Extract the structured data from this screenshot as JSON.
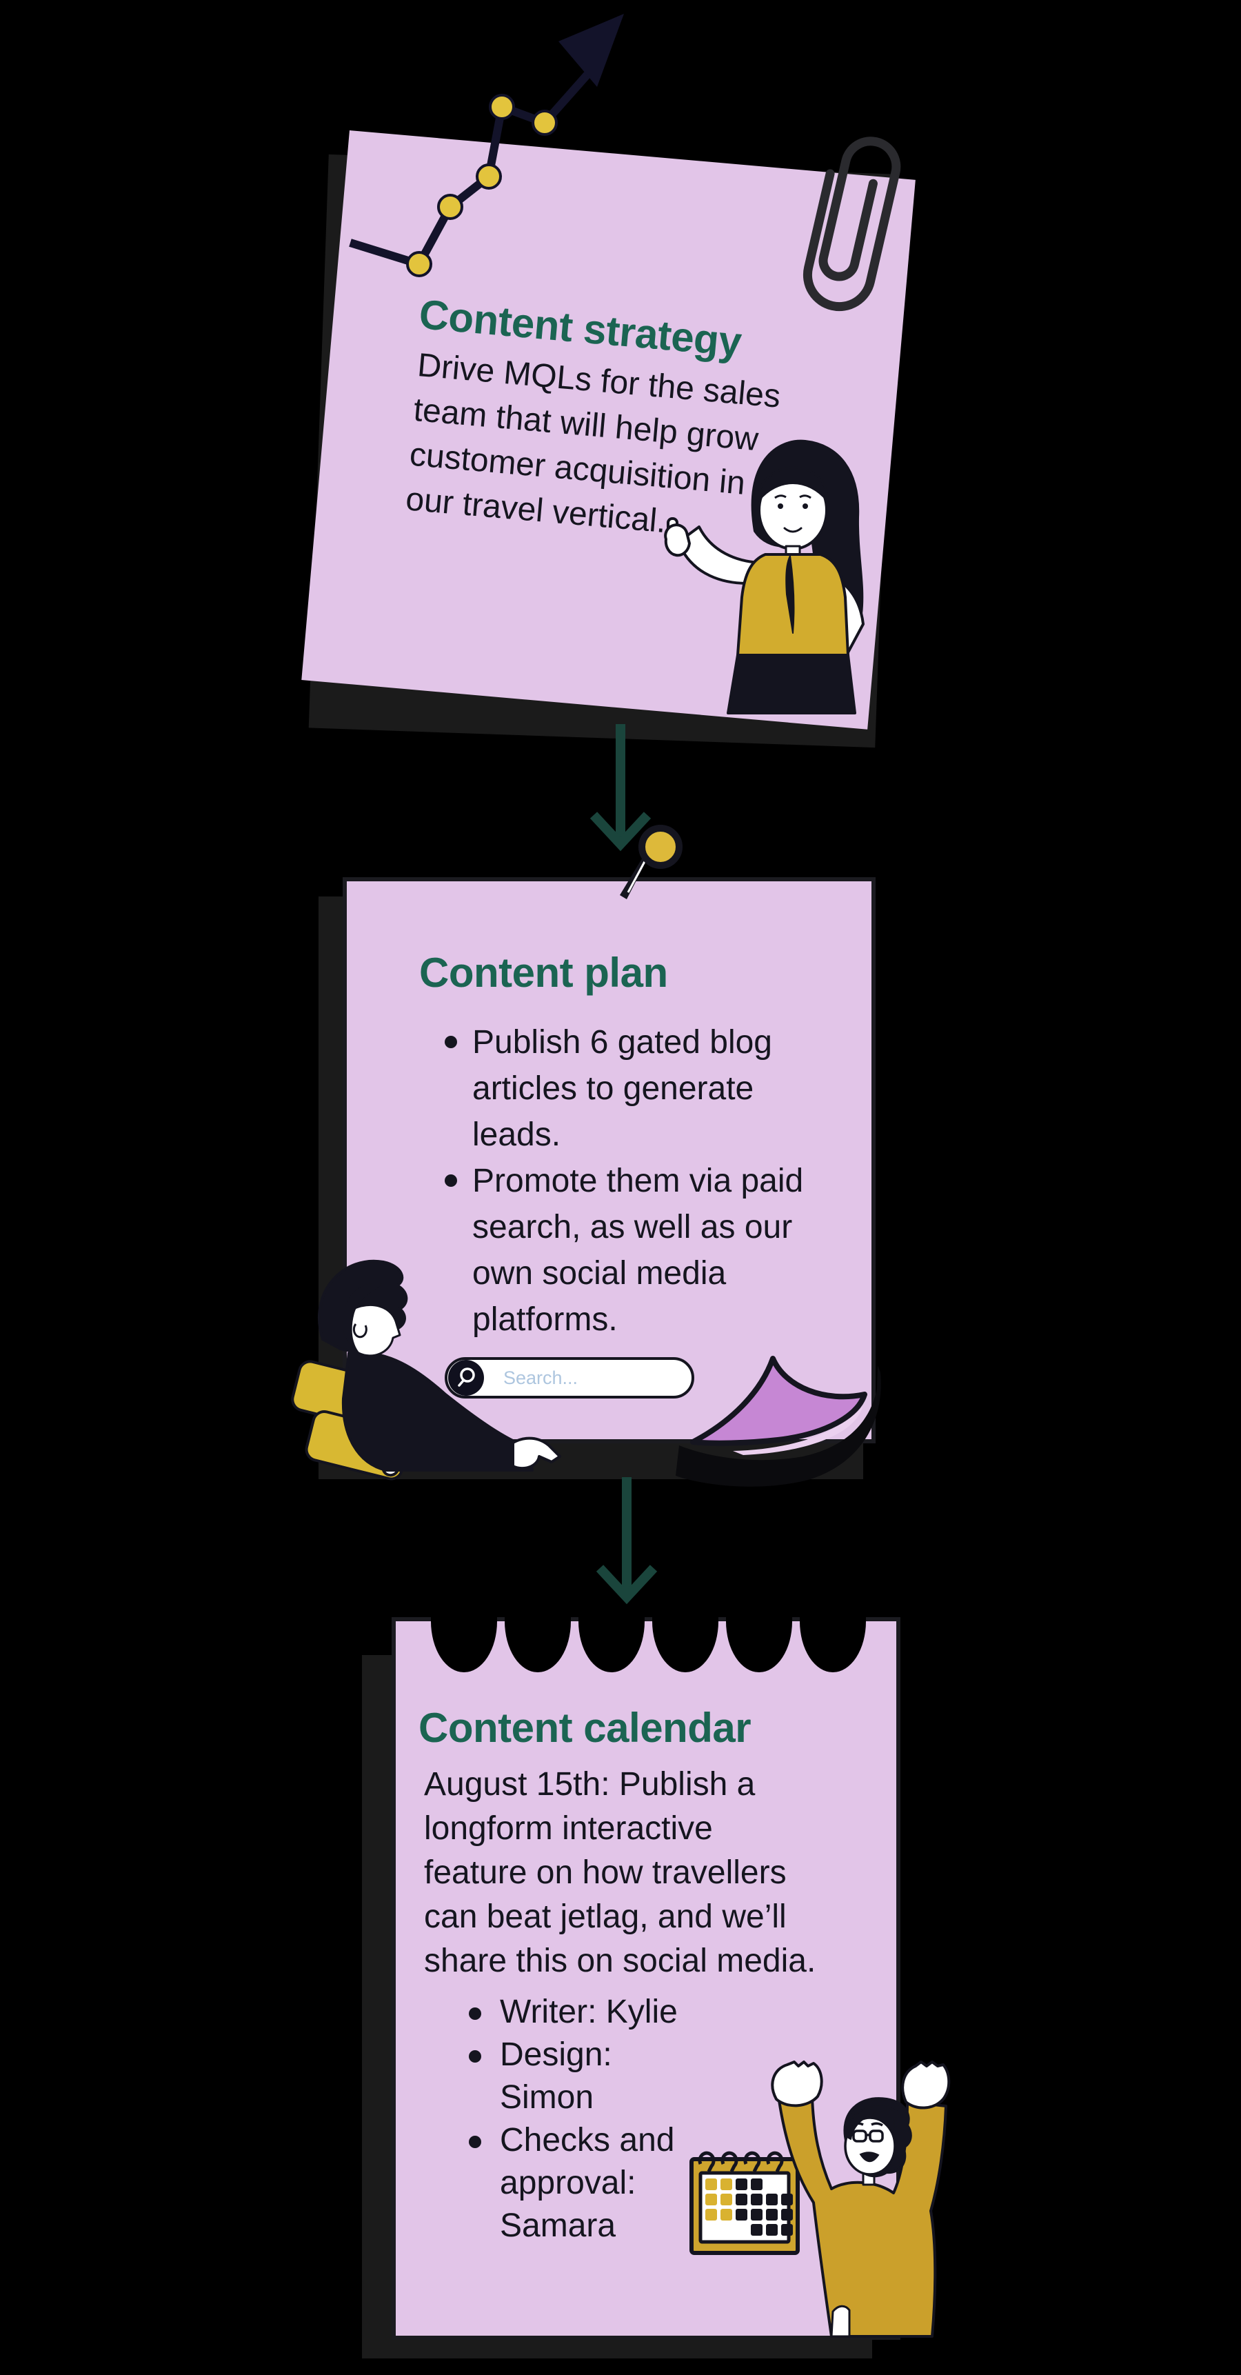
{
  "flow": {
    "step1": {
      "title": "Content strategy",
      "body_lines": [
        "Drive MQLs for the sales",
        "team that will help grow",
        "customer acquisition in",
        "our travel vertical."
      ]
    },
    "step2": {
      "title": "Content plan",
      "bullets": [
        {
          "lines": [
            "Publish 6 gated blog",
            "articles to generate",
            "leads."
          ]
        },
        {
          "lines": [
            "Promote them via paid",
            "search, as well as our",
            "own social media",
            "platforms."
          ]
        }
      ],
      "search_placeholder": "Search..."
    },
    "step3": {
      "title": "Content calendar",
      "body_lines": [
        "August 15th: Publish a",
        "longform interactive",
        "feature on how travellers",
        "can beat jetlag, and we’ll",
        "share this on social media."
      ],
      "bullets": [
        {
          "lines": [
            "Writer: Kylie"
          ]
        },
        {
          "lines": [
            "Design:",
            "Simon"
          ]
        },
        {
          "lines": [
            "Checks and",
            "approval:",
            "Samara"
          ]
        }
      ]
    },
    "icons": [
      "growth-chart-arrow-icon",
      "paperclip-icon",
      "pushpin-icon",
      "flow-down-arrow-icon",
      "search-icon",
      "calendar-icon"
    ],
    "colors": {
      "background": "#000000",
      "note_pink": "#e2c5e8",
      "curl_purple": "#c687d4",
      "title_teal": "#1b6452",
      "arrow_teal": "#1a453c",
      "text_dark": "#15151f",
      "accent_yellow": "#d8b832",
      "shadow_gray": "#1b1b1b",
      "search_placeholder_blue": "#aec6df"
    }
  }
}
